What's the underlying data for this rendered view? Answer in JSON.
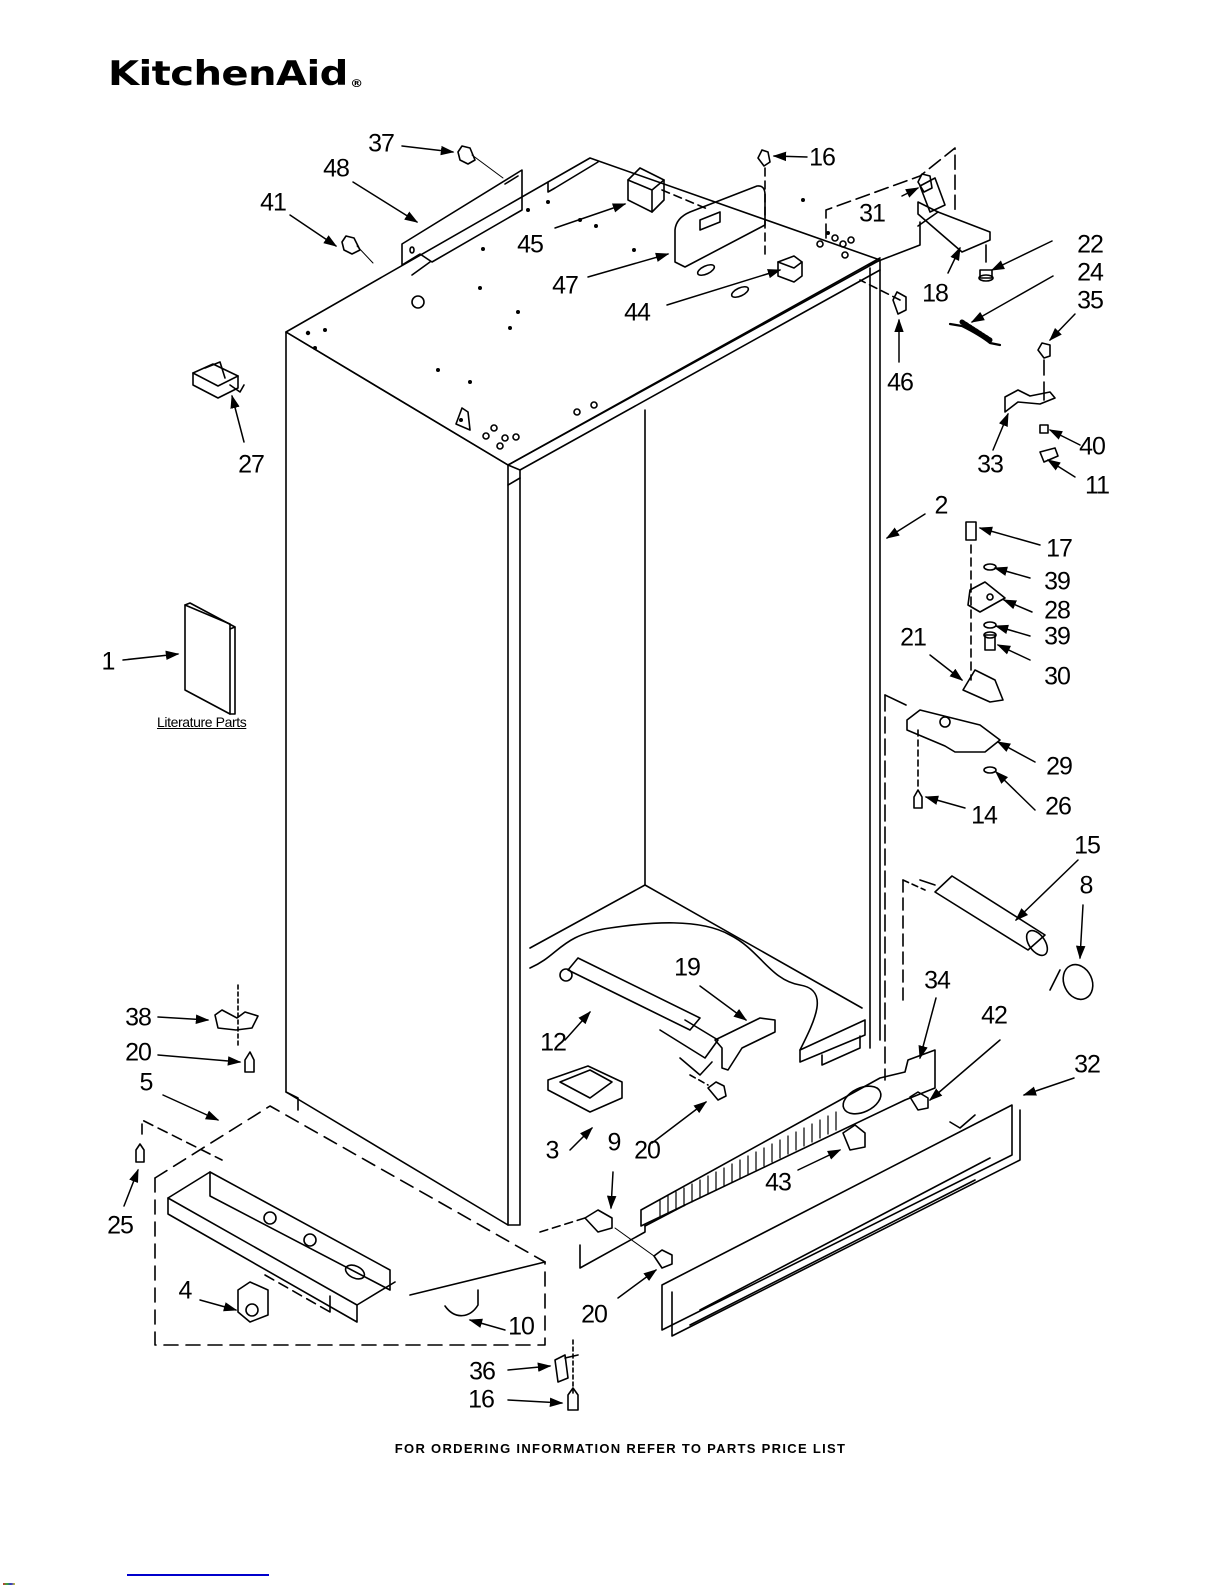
{
  "brand": {
    "name": "KitchenAid",
    "registered_mark": "®"
  },
  "diagram": {
    "title": "Cabinet exploded parts diagram",
    "literature_label": "Literature Parts",
    "callouts": [
      {
        "id": "c37",
        "label": "37"
      },
      {
        "id": "c48",
        "label": "48"
      },
      {
        "id": "c41",
        "label": "41"
      },
      {
        "id": "c45",
        "label": "45"
      },
      {
        "id": "c47",
        "label": "47"
      },
      {
        "id": "c44",
        "label": "44"
      },
      {
        "id": "c16a",
        "label": "16"
      },
      {
        "id": "c31",
        "label": "31"
      },
      {
        "id": "c18",
        "label": "18"
      },
      {
        "id": "c22",
        "label": "22"
      },
      {
        "id": "c24",
        "label": "24"
      },
      {
        "id": "c35",
        "label": "35"
      },
      {
        "id": "c46",
        "label": "46"
      },
      {
        "id": "c33",
        "label": "33"
      },
      {
        "id": "c40",
        "label": "40"
      },
      {
        "id": "c11",
        "label": "11"
      },
      {
        "id": "c27",
        "label": "27"
      },
      {
        "id": "c2",
        "label": "2"
      },
      {
        "id": "c17",
        "label": "17"
      },
      {
        "id": "c39a",
        "label": "39"
      },
      {
        "id": "c28",
        "label": "28"
      },
      {
        "id": "c39b",
        "label": "39"
      },
      {
        "id": "c21",
        "label": "21"
      },
      {
        "id": "c30",
        "label": "30"
      },
      {
        "id": "c29",
        "label": "29"
      },
      {
        "id": "c14",
        "label": "14"
      },
      {
        "id": "c26",
        "label": "26"
      },
      {
        "id": "c1",
        "label": "1"
      },
      {
        "id": "c15",
        "label": "15"
      },
      {
        "id": "c8",
        "label": "8"
      },
      {
        "id": "c19",
        "label": "19"
      },
      {
        "id": "c34",
        "label": "34"
      },
      {
        "id": "c42",
        "label": "42"
      },
      {
        "id": "c32",
        "label": "32"
      },
      {
        "id": "c38",
        "label": "38"
      },
      {
        "id": "c20a",
        "label": "20"
      },
      {
        "id": "c12",
        "label": "12"
      },
      {
        "id": "c5",
        "label": "5"
      },
      {
        "id": "c20b",
        "label": "20"
      },
      {
        "id": "c3",
        "label": "3"
      },
      {
        "id": "c9",
        "label": "9"
      },
      {
        "id": "c43",
        "label": "43"
      },
      {
        "id": "c25",
        "label": "25"
      },
      {
        "id": "c4",
        "label": "4"
      },
      {
        "id": "c10",
        "label": "10"
      },
      {
        "id": "c20c",
        "label": "20"
      },
      {
        "id": "c36",
        "label": "36"
      },
      {
        "id": "c16b",
        "label": "16"
      }
    ]
  },
  "footer": {
    "note": "FOR ORDERING INFORMATION REFER TO PARTS PRICE LIST"
  }
}
